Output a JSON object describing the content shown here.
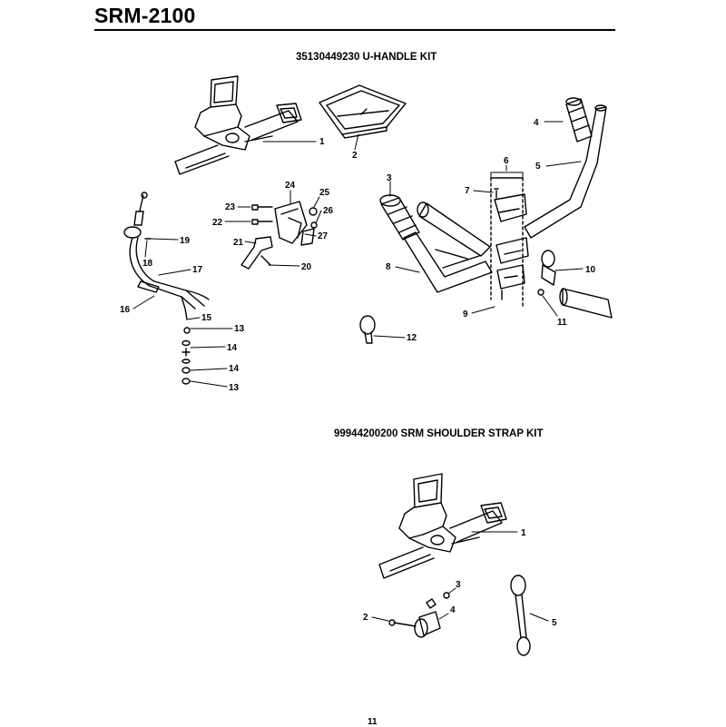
{
  "header": {
    "model": "SRM-2100"
  },
  "kit_u_handle": {
    "title": "35130449230 U-HANDLE KIT",
    "callouts": [
      "1",
      "2",
      "3",
      "4",
      "5",
      "6",
      "7",
      "8",
      "9",
      "10",
      "11",
      "12",
      "13",
      "14",
      "14",
      "13",
      "15",
      "16",
      "17",
      "18",
      "19",
      "20",
      "21",
      "22",
      "23",
      "24",
      "25",
      "26",
      "27"
    ]
  },
  "kit_shoulder_strap": {
    "title": "99944200200 SRM SHOULDER STRAP KIT",
    "callouts": [
      "1",
      "2",
      "3",
      "4",
      "5"
    ]
  },
  "footer": {
    "page_number": "11"
  }
}
